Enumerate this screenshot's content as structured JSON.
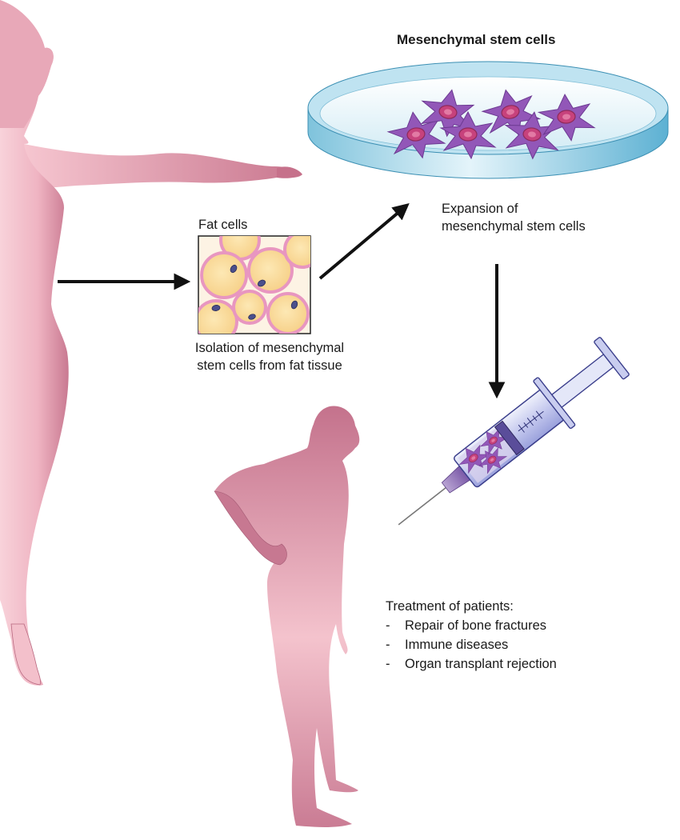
{
  "dish": {
    "title": "Mesenchymal stem cells"
  },
  "fat_box": {
    "title": "Fat cells",
    "caption_line1": "Isolation of mesenchymal",
    "caption_line2": "stem cells from fat tissue"
  },
  "expansion": {
    "line1": "Expansion of",
    "line2": "mesenchymal stem cells"
  },
  "treatment": {
    "heading": "Treatment of patients:",
    "items": [
      "Repair of bone fractures",
      "Immune diseases",
      "Organ transplant rejection"
    ],
    "bullet": "-"
  },
  "colors": {
    "skin_light": "#f6c9d1",
    "skin_dark": "#c87891",
    "dish_blue": "#8ecde3",
    "stem_cell_purple": "#8f52b3",
    "nucleus_pink": "#c8407a",
    "fat_cell_fill": "#fbe1a6",
    "fat_cell_ring": "#e79ec4",
    "arrow": "#111111"
  }
}
